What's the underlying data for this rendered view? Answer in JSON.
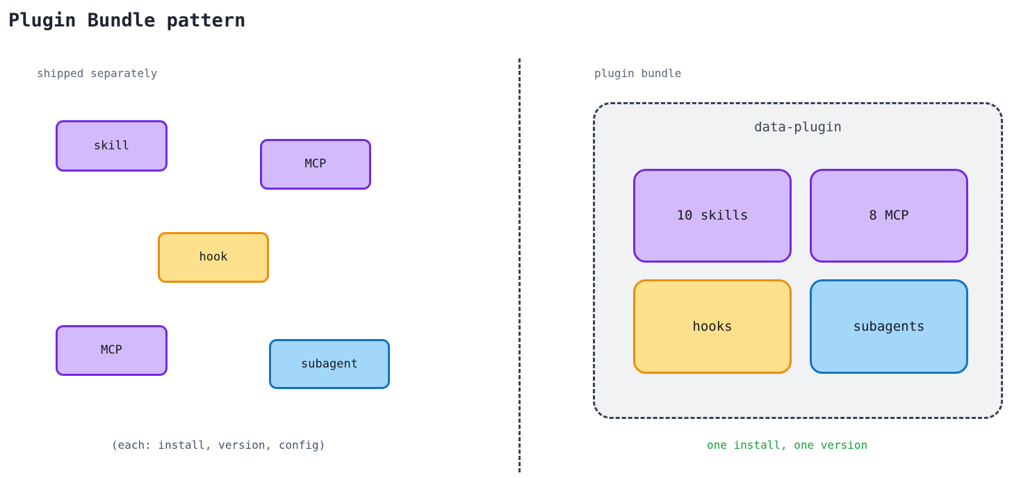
{
  "page": {
    "title": "Plugin Bundle pattern",
    "background": "#ffffff"
  },
  "colors": {
    "title_text": "#1e2430",
    "muted_text": "#4a5368",
    "label_text": "#5b6478",
    "green_text": "#14a03a",
    "purple_fill": "#d3bbfb",
    "purple_border": "#7029e8",
    "yellow_fill": "#fce08b",
    "yellow_border": "#e8900e",
    "blue_fill": "#a3d7fa",
    "blue_border": "#1272c4",
    "bundle_fill": "#f1f2f4",
    "dashed_border": "#39414f"
  },
  "left_panel": {
    "label": "shipped separately",
    "caption": "(each: install, version, config)",
    "nodes": [
      {
        "label": "skill",
        "kind": "skill",
        "color": "purple"
      },
      {
        "label": "MCP",
        "kind": "mcp",
        "color": "purple"
      },
      {
        "label": "hook",
        "kind": "hook",
        "color": "yellow"
      },
      {
        "label": "MCP",
        "kind": "mcp",
        "color": "purple"
      },
      {
        "label": "subagent",
        "kind": "subagent",
        "color": "blue"
      }
    ]
  },
  "right_panel": {
    "label": "plugin bundle",
    "caption": "one install, one version",
    "bundle": {
      "title": "data-plugin",
      "nodes": [
        {
          "label": "10 skills",
          "kind": "skills",
          "color": "purple"
        },
        {
          "label": "8 MCP",
          "kind": "mcp",
          "color": "purple"
        },
        {
          "label": "hooks",
          "kind": "hooks",
          "color": "yellow"
        },
        {
          "label": "subagents",
          "kind": "subagents",
          "color": "blue"
        }
      ]
    }
  }
}
